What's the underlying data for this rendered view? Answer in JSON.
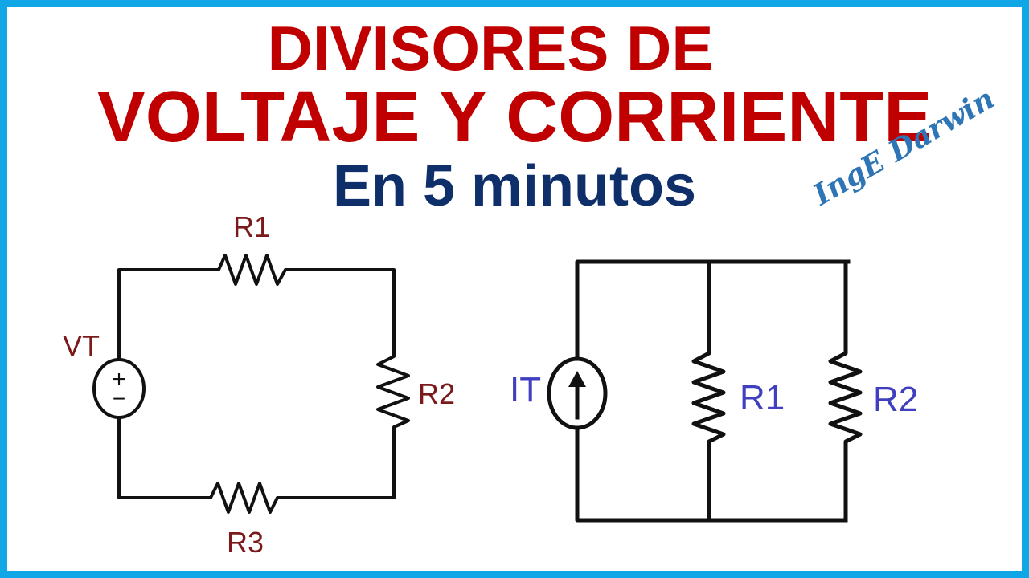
{
  "title": {
    "line1": "DIVISORES DE",
    "line2": "VOLTAJE Y CORRIENTE",
    "subtitle": "En 5 minutos"
  },
  "signature": "IngE Darwin",
  "voltage_divider": {
    "source_label": "VT",
    "source_plus": "+",
    "source_minus": "−",
    "resistors": [
      "R1",
      "R2",
      "R3"
    ]
  },
  "current_divider": {
    "source_label": "IT",
    "resistors": [
      "R1",
      "R2"
    ]
  },
  "colors": {
    "border": "#11a7e6",
    "title": "#c00000",
    "subtitle": "#0f2f6b",
    "signature": "#2e75b6",
    "voltage_labels": "#7b1a1a",
    "current_labels": "#3f3fbf",
    "wire": "#111111"
  }
}
